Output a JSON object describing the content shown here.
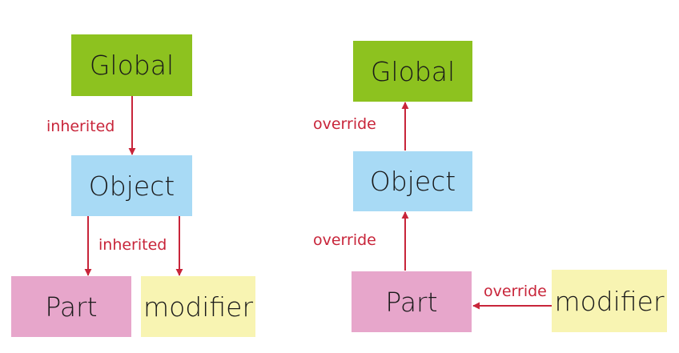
{
  "left": {
    "global": "Global",
    "object": "Object",
    "part": "Part",
    "modifier": "modifier",
    "edge_global_object": "inherited",
    "edge_object_children": "inherited"
  },
  "right": {
    "global": "Global",
    "object": "Object",
    "part": "Part",
    "modifier": "modifier",
    "edge_object_global": "override",
    "edge_part_object": "override",
    "edge_modifier_part": "override"
  },
  "colors": {
    "global": "#8dc21f",
    "object": "#a8daf5",
    "part": "#e7a6cb",
    "modifier": "#f8f4b2",
    "edge": "#c8253a"
  }
}
